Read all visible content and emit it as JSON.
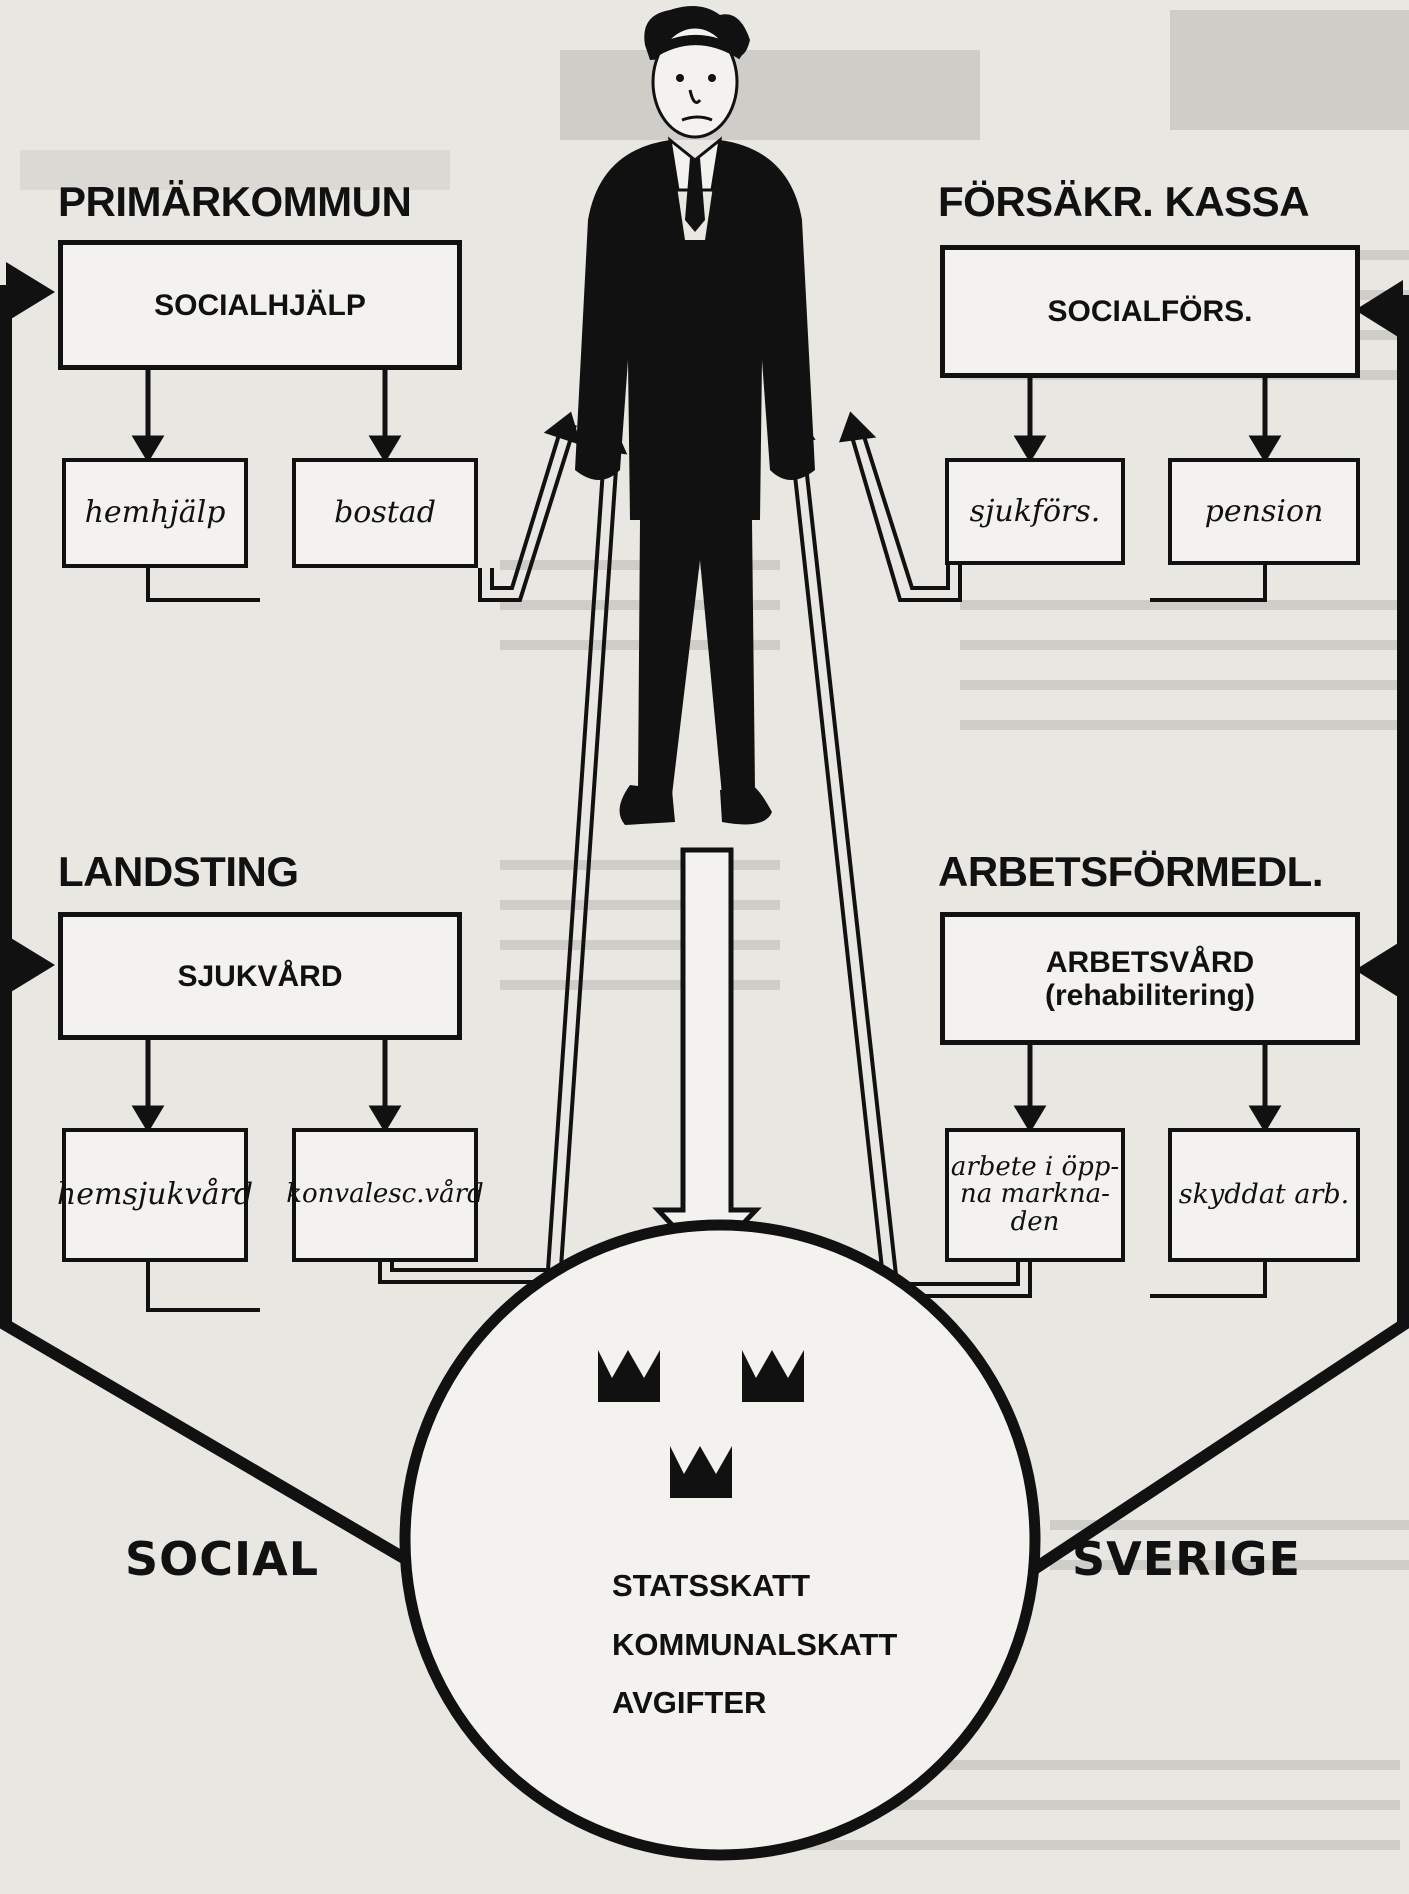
{
  "headers": {
    "primarkommun": "PRIMÄRKOMMUN",
    "forsakr_kassa": "FÖRSÄKR. KASSA",
    "landsting": "LANDSTING",
    "arbetsformedl": "ARBETSFÖRMEDL."
  },
  "boxes": {
    "socialhjalp": "SOCIALHJÄLP",
    "socialfors": "SOCIALFÖRS.",
    "sjukvard": "SJUKVÅRD",
    "arbetsvard_line1": "ARBETSVÅRD",
    "arbetsvard_line2": "(rehabilitering)"
  },
  "subboxes": {
    "hemhjalp": "hemhjälp",
    "bostad": "bostad",
    "sjukfors": "sjukförs.",
    "pension": "pension",
    "hemsjukvard": "hemsjukvård",
    "konvalescvard": "konvalesc.vård",
    "arbete_line1": "arbete i öpp-",
    "arbete_line2": "na markna-",
    "arbete_line3": "den",
    "skyddat_arb": "skyddat arb."
  },
  "bottom": {
    "social": "SOCIAL",
    "sverige": "SVERIGE",
    "tax1": "STATSSKATT",
    "tax2": "KOMMUNALSKATT",
    "tax3": "AVGIFTER"
  },
  "icons": {
    "person": "person-figure-icon",
    "crowns": "three-crowns-icon"
  },
  "colors": {
    "ink": "#111111",
    "paper": "#e9e7e2"
  }
}
